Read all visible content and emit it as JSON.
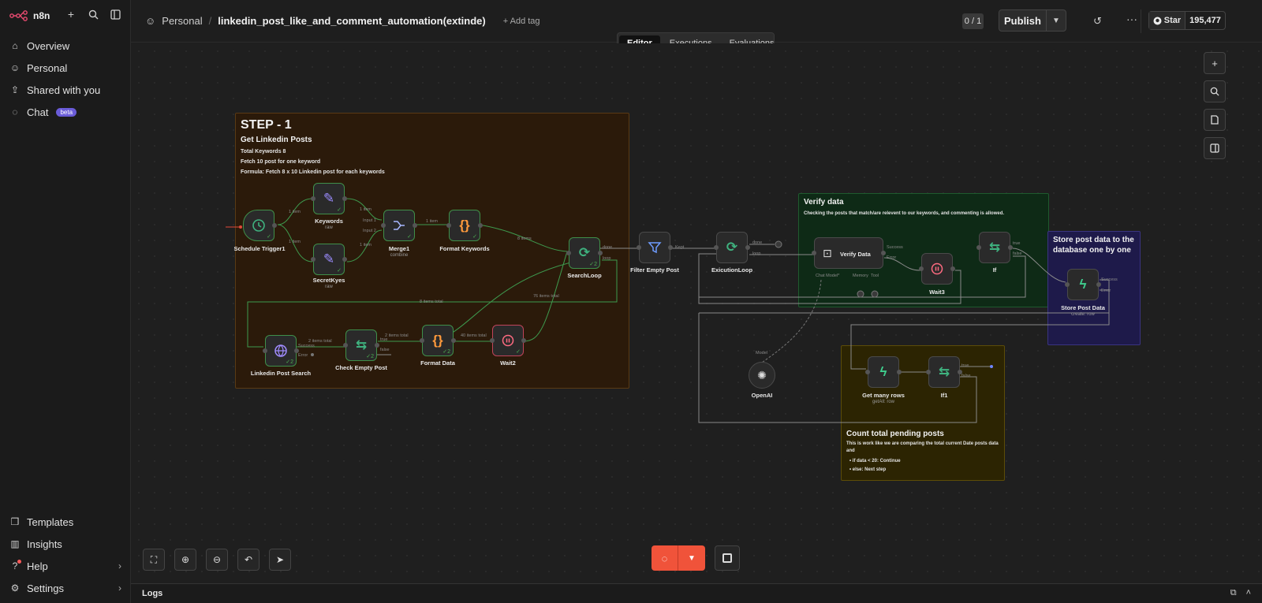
{
  "app": {
    "logo_text": "n8n"
  },
  "sidebar": {
    "items": [
      {
        "label": "Overview",
        "icon": "home-icon"
      },
      {
        "label": "Personal",
        "icon": "user-icon"
      },
      {
        "label": "Shared with you",
        "icon": "share-icon"
      },
      {
        "label": "Chat",
        "icon": "chat-icon",
        "badge": "beta"
      }
    ],
    "bottom_items": [
      {
        "label": "Templates",
        "icon": "templates-icon"
      },
      {
        "label": "Insights",
        "icon": "insights-icon"
      },
      {
        "label": "Help",
        "icon": "help-icon"
      },
      {
        "label": "Settings",
        "icon": "settings-icon"
      }
    ]
  },
  "header": {
    "project": "Personal",
    "workflow_name": "linkedin_post_like_and_comment_automation(extinde)",
    "add_tag": "+ Add tag",
    "counter": "0 / 1",
    "publish_label": "Publish",
    "star_label": "Star",
    "star_count": "195,477"
  },
  "tabs": [
    "Editor",
    "Executions",
    "Evaluations"
  ],
  "stickies": {
    "step1": {
      "title": "STEP - 1",
      "subtitle": "Get Linkedin Posts",
      "lines": [
        "Total Keywords 8",
        "Fetch 10 post for one keyword",
        "Formula: Fetch 8 x 10 Linkedin post for each keywords"
      ],
      "color": "#2b1a0a"
    },
    "verify": {
      "title": "Verify data",
      "text": "Checking the posts that match/are relevent to our keywords, and commenting is allowed.",
      "color": "#0e2a16"
    },
    "store": {
      "title": "Store post data to the database one by one",
      "color": "#1e1a4a"
    },
    "count": {
      "title": "Count total pending posts",
      "text": "This is work like we are comparing the total current Date posts data and",
      "bullets": [
        "if data < 20: Continue",
        "else: Next step"
      ],
      "color": "#2c2402"
    }
  },
  "nodes": {
    "schedule": {
      "label": "Schedule Trigger1"
    },
    "keywords": {
      "label": "Keywords",
      "sub": "raw"
    },
    "secret": {
      "label": "SecretKyes",
      "sub": "raw"
    },
    "merge": {
      "label": "Merge1",
      "sub": "combine"
    },
    "format_keywords": {
      "label": "Format Keywords"
    },
    "searchloop": {
      "label": "SearchLoop"
    },
    "filter": {
      "label": "Filter Empty Post"
    },
    "exloop": {
      "label": "ExicutionLoop"
    },
    "verify": {
      "label": "Verify Data"
    },
    "wait3": {
      "label": "Wait3"
    },
    "if": {
      "label": "If"
    },
    "store": {
      "label": "Store Post Data",
      "sub": "create: row"
    },
    "openai": {
      "label": "OpenAI"
    },
    "getrows": {
      "label": "Get many rows",
      "sub": "getAll: row"
    },
    "if1": {
      "label": "If1"
    },
    "linkedin": {
      "label": "Linkedin Post Search"
    },
    "check": {
      "label": "Check Empty Post"
    },
    "format_data": {
      "label": "Format Data"
    },
    "wait2": {
      "label": "Wait2"
    }
  },
  "edges": {
    "e1": "1 item",
    "e2": "1 item",
    "e3": "1 item",
    "e4": "1 item",
    "e5": "1 item",
    "e6": "8 items",
    "e7": "8 items total",
    "e8": "76 items total",
    "e9": "2 items total",
    "e10": "2 items total",
    "e11": "40 items total",
    "input1": "Input 1",
    "input2": "Input 2",
    "done": "done",
    "loop": "loop",
    "kept": "Kept",
    "success": "Success",
    "error": "Error",
    "true": "true",
    "false": "false",
    "chat_model": "Chat Model*",
    "memory": "Memory",
    "tool": "Tool",
    "model": "Model"
  },
  "logs": {
    "label": "Logs"
  }
}
